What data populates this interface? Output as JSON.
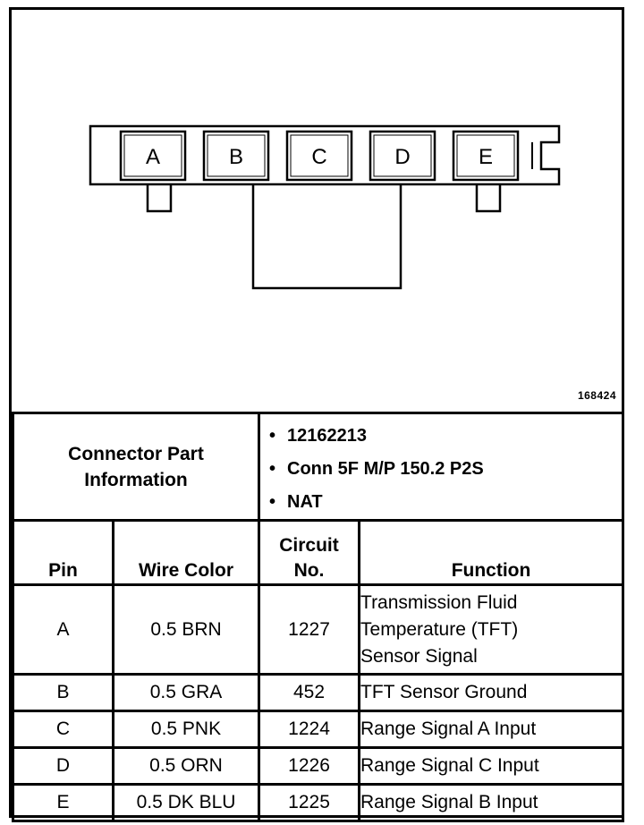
{
  "diagram": {
    "figure_id": "168424",
    "pins": [
      "A",
      "B",
      "C",
      "D",
      "E"
    ]
  },
  "connector_info": {
    "label": "Connector Part Information",
    "items": [
      "12162213",
      "Conn 5F M/P 150.2 P2S",
      "NAT"
    ]
  },
  "table": {
    "headers": {
      "pin": "Pin",
      "wire_color": "Wire Color",
      "circuit": "Circuit No.",
      "function": "Function"
    },
    "rows": [
      {
        "pin": "A",
        "wire_color": "0.5 BRN",
        "circuit": "1227",
        "function": "Transmission Fluid Temperature (TFT) Sensor Signal"
      },
      {
        "pin": "B",
        "wire_color": "0.5 GRA",
        "circuit": "452",
        "function": "TFT Sensor Ground"
      },
      {
        "pin": "C",
        "wire_color": "0.5 PNK",
        "circuit": "1224",
        "function": "Range Signal A Input"
      },
      {
        "pin": "D",
        "wire_color": "0.5 ORN",
        "circuit": "1226",
        "function": "Range Signal C Input"
      },
      {
        "pin": "E",
        "wire_color": "0.5 DK BLU",
        "circuit": "1225",
        "function": "Range Signal B Input"
      }
    ]
  }
}
